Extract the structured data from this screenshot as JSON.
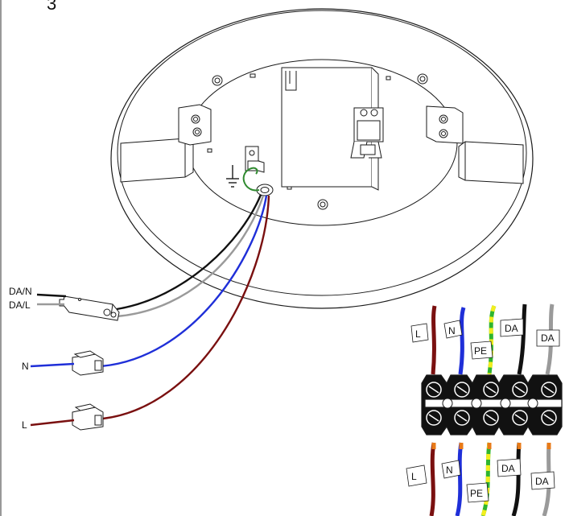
{
  "step_number": "3",
  "colors": {
    "line": "#1a1a1a",
    "black_wire": "#111111",
    "grey_wire": "#9a9a9a",
    "blue_wire": "#1f2fd8",
    "brown_wire": "#7a1010",
    "pe_green": "#2fb52f",
    "pe_yellow": "#f2ee1e",
    "orange_end": "#e87a18",
    "earth_loop": "#2f8a2f"
  },
  "icons": {
    "earth": "ground-symbol-icon"
  },
  "wiring_labels": {
    "da_n": "DA/N",
    "da_l": "DA/L",
    "n": "N",
    "l": "L"
  },
  "terminal_tags": {
    "l": "L",
    "n": "N",
    "pe": "PE",
    "da1": "DA",
    "da2": "DA"
  }
}
